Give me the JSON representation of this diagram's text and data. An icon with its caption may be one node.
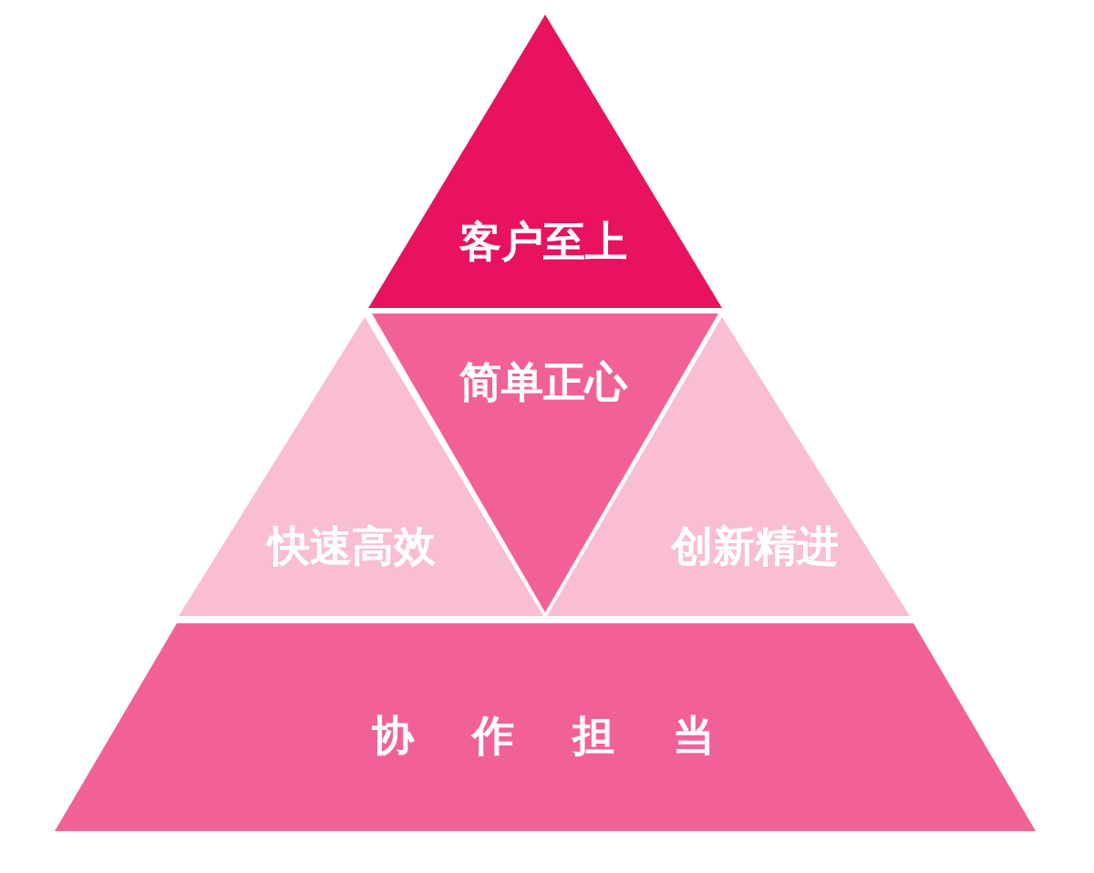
{
  "diagram": {
    "nodes": [
      {
        "text": [
          "客户至上"
        ]
      },
      {
        "text": [
          "简单正心"
        ]
      },
      {
        "text": [
          "快速高效"
        ]
      },
      {
        "text": [
          "创新精进"
        ]
      },
      {
        "text": [
          "协 作 担 当"
        ]
      }
    ]
  }
}
